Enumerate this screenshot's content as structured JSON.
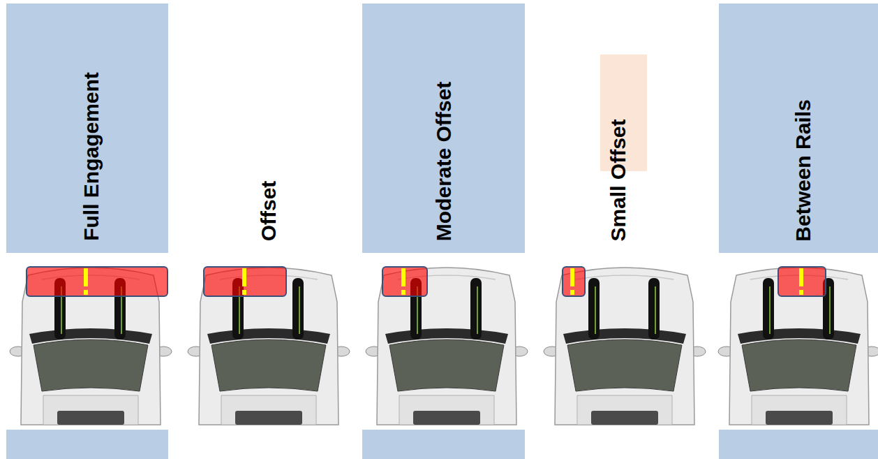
{
  "diagram": {
    "nodes": [
      {
        "text": [
          "Full Engagement"
        ]
      },
      {
        "text": [
          "Offset"
        ]
      },
      {
        "text": [
          "Moderate Offset"
        ]
      },
      {
        "text": [
          "Small Offset"
        ]
      },
      {
        "text": [
          "Between Rails"
        ]
      }
    ]
  }
}
